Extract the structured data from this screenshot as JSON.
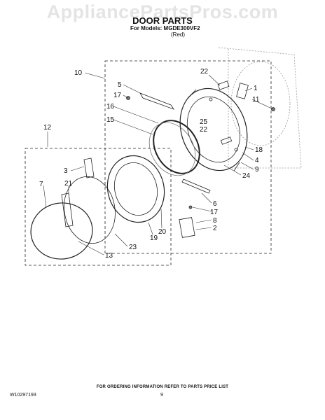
{
  "watermark": "AppliancePartsPros.com",
  "title": "DOOR PARTS",
  "subtitle": "For Models: MGDE300VF2",
  "subtitle_color": "(Red)",
  "footer_note": "FOR ORDERING INFORMATION REFER TO PARTS PRICE LIST",
  "doc_number": "W10297193",
  "page_number": "9",
  "callouts": {
    "c10": "10",
    "c5": "5",
    "c17a": "17",
    "c16": "16",
    "c15": "15",
    "c22a": "22",
    "c1": "1",
    "c11": "11",
    "c25": "25",
    "c22b": "22",
    "c18": "18",
    "c4": "4",
    "c9": "9",
    "c24": "24",
    "c12": "12",
    "c3": "3",
    "c7": "7",
    "c21": "21",
    "c13": "13",
    "c23": "23",
    "c19": "19",
    "c20": "20",
    "c6": "6",
    "c17b": "17",
    "c8": "8",
    "c2": "2"
  }
}
